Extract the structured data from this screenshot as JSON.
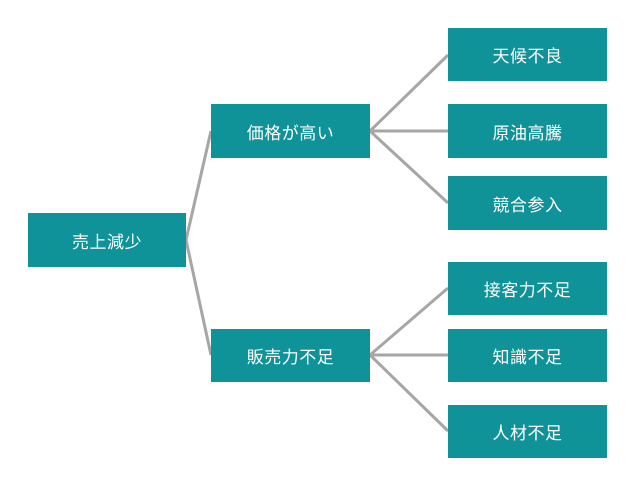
{
  "colors": {
    "node_fill": "#0f9298",
    "node_text": "#ffffff",
    "connector": "#a6a6a6",
    "background": "#ffffff"
  },
  "tree": {
    "root": {
      "label": "売上減少"
    },
    "branches": [
      {
        "label": "価格が高い",
        "leaves": [
          {
            "label": "天候不良"
          },
          {
            "label": "原油高騰"
          },
          {
            "label": "競合参入"
          }
        ]
      },
      {
        "label": "販売力不足",
        "leaves": [
          {
            "label": "接客力不足"
          },
          {
            "label": "知識不足"
          },
          {
            "label": "人材不足"
          }
        ]
      }
    ]
  }
}
